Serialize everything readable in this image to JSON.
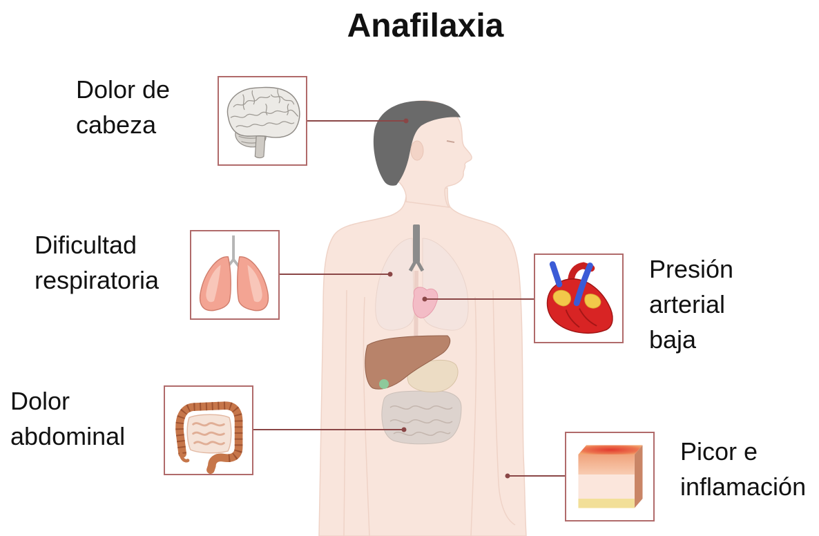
{
  "title": "Anafilaxia",
  "colors": {
    "connector": "#8a4646",
    "box_border": "#b06a6a",
    "skin": "#f9e5dc",
    "hair": "#6a6a6a",
    "text": "#111111"
  },
  "symptoms": [
    {
      "lines": [
        "Dolor de",
        "cabeza"
      ],
      "icon": "brain-icon"
    },
    {
      "lines": [
        "Dificultad",
        "respiratoria"
      ],
      "icon": "lungs-icon"
    },
    {
      "lines": [
        "Presión",
        "arterial",
        "baja"
      ],
      "icon": "heart-icon"
    },
    {
      "lines": [
        "Dolor",
        "abdominal"
      ],
      "icon": "intestines-icon"
    },
    {
      "lines": [
        "Picor e",
        "inflamación"
      ],
      "icon": "skin-block-icon"
    }
  ]
}
